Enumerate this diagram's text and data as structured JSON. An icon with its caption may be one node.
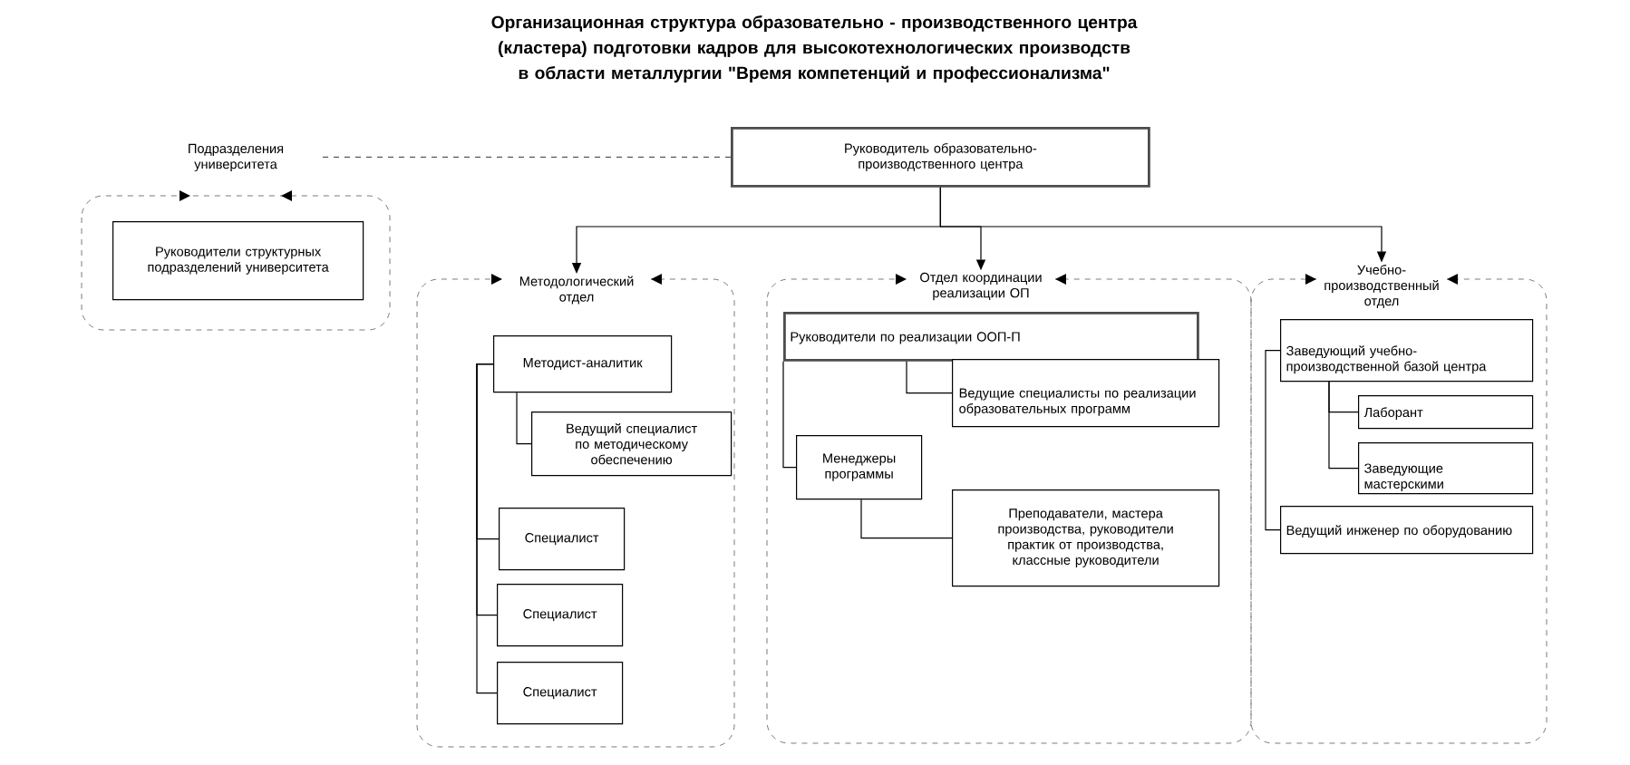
{
  "diagram": {
    "title": "Организационная структура образовательно - производственного центра (кластера) подготовки кадров для высокотехнологических производств в области металлургии \"Время компетенций и профессионализма\"",
    "nodes": [
      {
        "text": [
          "Руководитель образовательно-производственного центра"
        ]
      },
      {
        "text": [
          "Подразделения университета"
        ]
      },
      {
        "text": [
          "Руководители структурных подразделений университета"
        ],
        "in": 1
      },
      {
        "text": [
          "Методологический отдел"
        ]
      },
      {
        "text": [
          "Методист-аналитик"
        ],
        "in": 3
      },
      {
        "text": [
          "Ведущий специалист по методическому обеспечению"
        ],
        "in": 3
      },
      {
        "text": [
          "Специалист"
        ],
        "in": 3
      },
      {
        "text": [
          "Специалист"
        ],
        "in": 3
      },
      {
        "text": [
          "Специалист"
        ],
        "in": 3
      },
      {
        "text": [
          "Отдел координации реализации ОП"
        ]
      },
      {
        "text": [
          "Руководители по реализации ООП-П"
        ],
        "in": 9
      },
      {
        "text": [
          "Ведущие специалисты по реализации образовательных программ"
        ],
        "in": 9
      },
      {
        "text": [
          "Менеджеры программы"
        ],
        "in": 9
      },
      {
        "text": [
          "Преподаватели, мастера производства, руководители практик от производства, классные руководители"
        ],
        "in": 9
      },
      {
        "text": [
          "Учебно-производственный отдел"
        ]
      },
      {
        "text": [
          "Заведующий учебно-производственной базой центра"
        ],
        "in": 14
      },
      {
        "text": [
          "Лаборант"
        ],
        "in": 14
      },
      {
        "text": [
          "Заведующие мастерскими"
        ],
        "in": 14
      },
      {
        "text": [
          "Ведущий инженер по оборудованию"
        ],
        "in": 14
      }
    ],
    "edges": [
      {
        "from": 0,
        "to": 1,
        "arrow": "none",
        "style": "dashed"
      },
      {
        "from": 0,
        "to": 3,
        "arrow": "to"
      },
      {
        "from": 0,
        "to": 9,
        "arrow": "to"
      },
      {
        "from": 0,
        "to": 14,
        "arrow": "to"
      },
      {
        "from": 4,
        "to": 5,
        "arrow": "none"
      },
      {
        "from": 4,
        "to": 6,
        "arrow": "none"
      },
      {
        "from": 4,
        "to": 7,
        "arrow": "none"
      },
      {
        "from": 4,
        "to": 8,
        "arrow": "none"
      },
      {
        "from": 10,
        "to": 11,
        "arrow": "none"
      },
      {
        "from": 10,
        "to": 12,
        "arrow": "none"
      },
      {
        "from": 12,
        "to": 13,
        "arrow": "none"
      },
      {
        "from": 15,
        "to": 16,
        "arrow": "none"
      },
      {
        "from": 15,
        "to": 17,
        "arrow": "none"
      },
      {
        "from": 15,
        "to": 18,
        "arrow": "none"
      }
    ]
  }
}
